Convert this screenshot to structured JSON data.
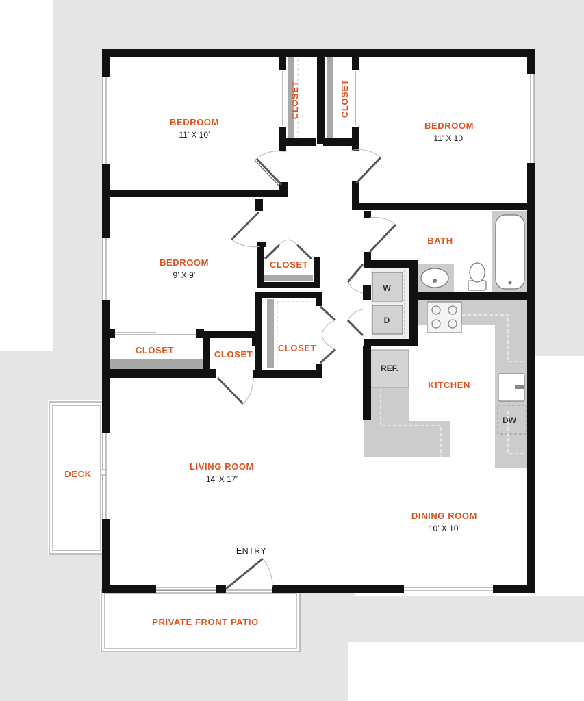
{
  "colors": {
    "wall": "#111111",
    "accent": "#e0531f",
    "site": "#e5e5e5",
    "counter": "#cccccc",
    "closet_shelf": "#a8a8a8"
  },
  "rooms": {
    "bedroom_top_left": {
      "name": "BEDROOM",
      "dims": "11’ X 10’"
    },
    "bedroom_top_right": {
      "name": "BEDROOM",
      "dims": "11’ X 10’"
    },
    "bedroom_middle": {
      "name": "BEDROOM",
      "dims": "9’ X 9’"
    },
    "bath": {
      "name": "BATH"
    },
    "kitchen": {
      "name": "KITCHEN"
    },
    "living_room": {
      "name": "LIVING ROOM",
      "dims": "14’ X 17’"
    },
    "dining_room": {
      "name": "DINING ROOM",
      "dims": "10’ X 10’"
    },
    "deck": {
      "name": "DECK"
    },
    "patio": {
      "name": "PRIVATE FRONT PATIO"
    },
    "entry": {
      "name": "ENTRY"
    }
  },
  "closets": {
    "vertical_left": "CLOSET",
    "vertical_right": "CLOSET",
    "hall_small": "CLOSET",
    "hall_large": "CLOSET",
    "bedroom_closet": "CLOSET",
    "living_closet": "CLOSET"
  },
  "appliances": {
    "washer": "W",
    "dryer": "D",
    "refrigerator": "REF.",
    "dishwasher": "DW"
  }
}
